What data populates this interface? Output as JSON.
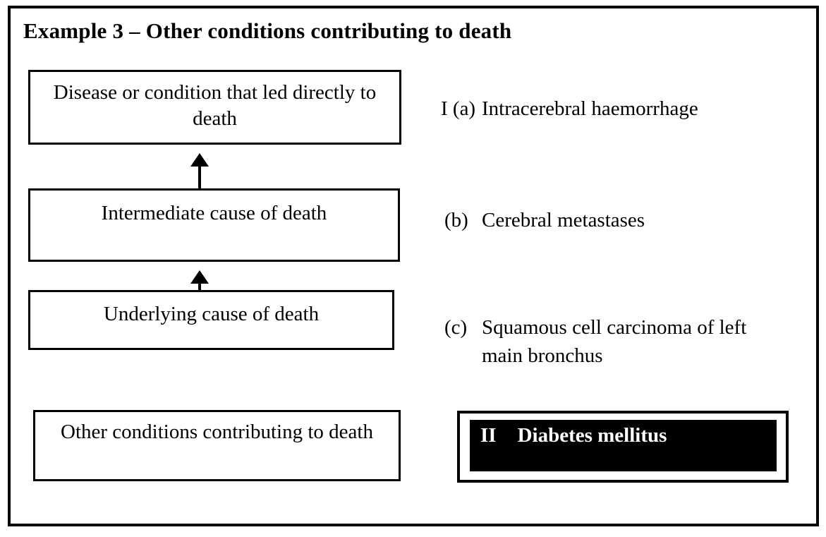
{
  "title": "Example 3 – Other conditions contributing to death",
  "flow": {
    "boxes": [
      {
        "id": "direct-cause",
        "label": "Disease or condition that led directly to death"
      },
      {
        "id": "intermediate-cause",
        "label": "Intermediate cause of death"
      },
      {
        "id": "underlying-cause",
        "label": "Underlying cause of death"
      },
      {
        "id": "other-conditions",
        "label": "Other conditions contributing to death"
      }
    ],
    "arrows": [
      {
        "from": "intermediate-cause",
        "to": "direct-cause",
        "direction": "up"
      },
      {
        "from": "underlying-cause",
        "to": "intermediate-cause",
        "direction": "up"
      }
    ]
  },
  "certificate": {
    "part1": {
      "entries": [
        {
          "marker": "I (a)",
          "text": "Intracerebral haemorrhage"
        },
        {
          "marker": "(b)",
          "text": "Cerebral metastases"
        },
        {
          "marker": "(c)",
          "text": "Squamous cell carcinoma of left main bronchus"
        }
      ]
    },
    "part2": {
      "marker": "II",
      "text": "Diabetes mellitus"
    }
  },
  "colors": {
    "ink": "#000000",
    "background": "#ffffff",
    "highlight_background": "#000000",
    "highlight_text": "#ffffff"
  }
}
